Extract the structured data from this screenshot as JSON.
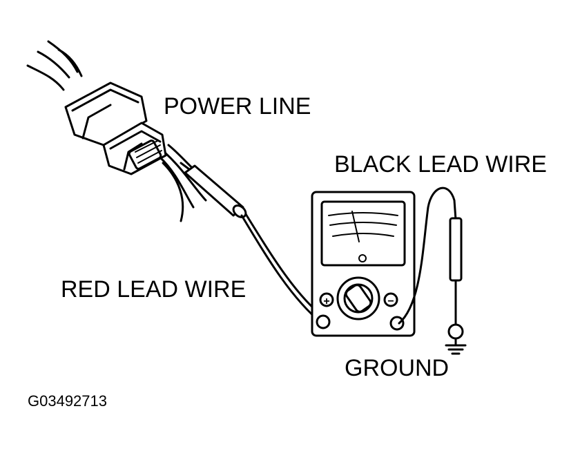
{
  "labels": {
    "power_line": "POWER LINE",
    "black_lead": "BLACK LEAD WIRE",
    "red_lead": "RED LEAD WIRE",
    "ground": "GROUND",
    "figure_id": "G03492713"
  },
  "meter": {
    "left_terminal": "+",
    "right_terminal": "−"
  },
  "colors": {
    "ink": "#000000",
    "paper": "#ffffff"
  }
}
